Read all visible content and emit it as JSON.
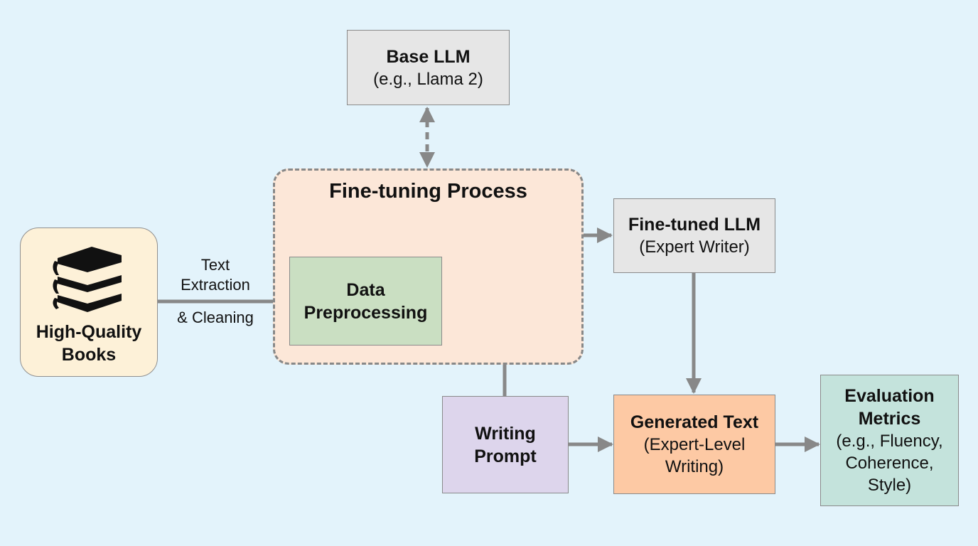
{
  "nodes": {
    "books": {
      "title": "High-Quality",
      "title2": "Books",
      "icon": "books-stack-icon"
    },
    "base_llm": {
      "title": "Base LLM",
      "subtitle": "(e.g., Llama 2)"
    },
    "finetuning_group": {
      "title": "Fine-tuning Process"
    },
    "preprocessing": {
      "title": "Data",
      "title2": "Preprocessing"
    },
    "finetuned_llm": {
      "title": "Fine-tuned LLM",
      "subtitle": "(Expert Writer)"
    },
    "prompt": {
      "title": "Writing",
      "title2": "Prompt"
    },
    "generated": {
      "title": "Generated Text",
      "subtitle": "(Expert-Level",
      "subtitle2": "Writing)"
    },
    "evaluation": {
      "title": "Evaluation",
      "title2": "Metrics",
      "subtitle": "(e.g., Fluency,",
      "subtitle2": "Coherence,",
      "subtitle3": "Style)"
    }
  },
  "edges": {
    "extraction_label_1": "Text",
    "extraction_label_2": "Extraction",
    "extraction_label_3": "& Cleaning"
  },
  "colors": {
    "background": "#e3f3fb",
    "arrow": "#888888"
  }
}
